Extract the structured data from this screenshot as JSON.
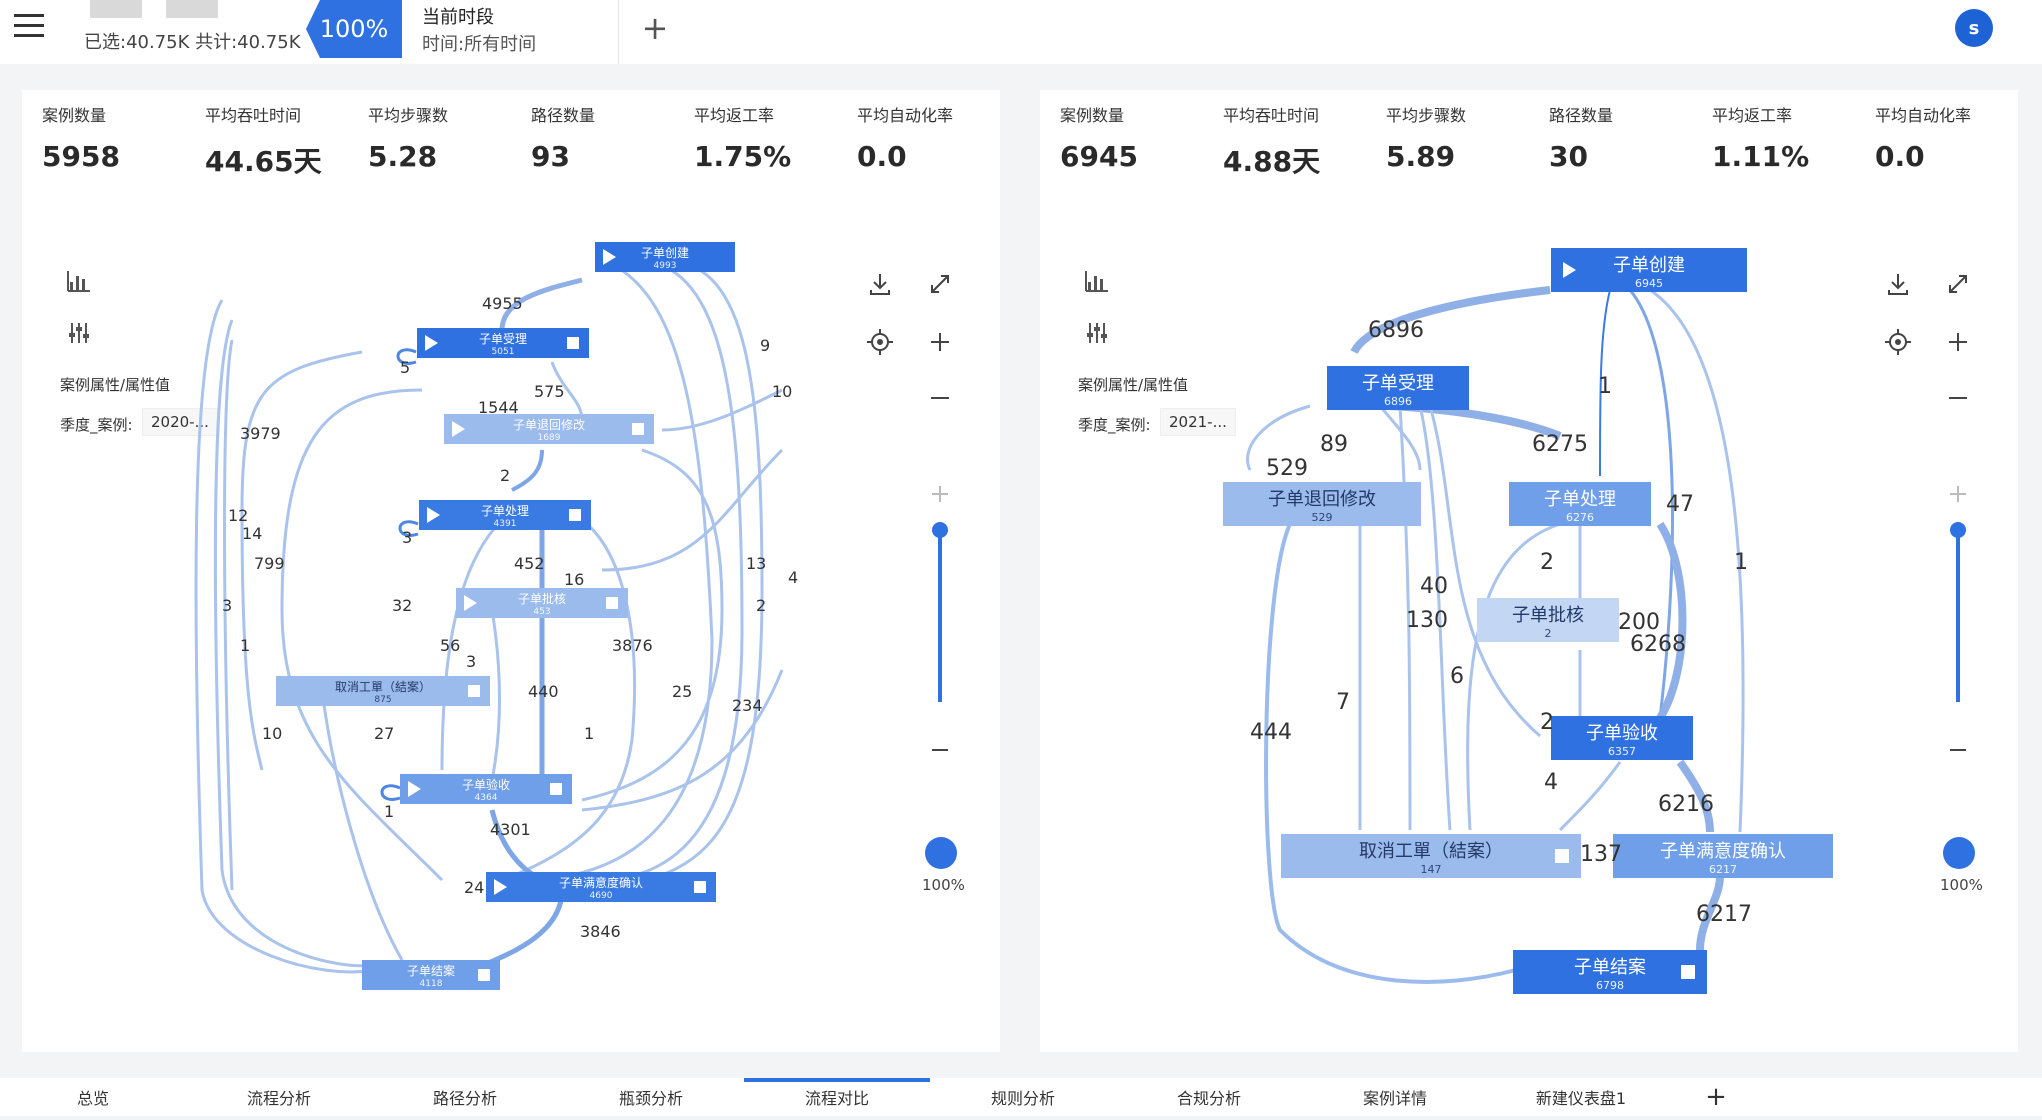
{
  "header": {
    "selection_text": "已选:40.75K 共计:40.75K",
    "percent": "100%",
    "period_title": "当前时段",
    "period_range": "时间:所有时间",
    "add_icon": "plus-icon",
    "user_initial": "s",
    "accent": "#2f71e0"
  },
  "left_panel": {
    "stats": [
      {
        "label": "案例数量",
        "value": "5958"
      },
      {
        "label": "平均吞吐时间",
        "value": "44.65天"
      },
      {
        "label": "平均步骤数",
        "value": "5.28"
      },
      {
        "label": "路径数量",
        "value": "93"
      },
      {
        "label": "平均返工率",
        "value": "1.75%"
      },
      {
        "label": "平均自动化率",
        "value": "0.0"
      }
    ],
    "attr_label": "案例属性/属性值",
    "attr_key": "季度_案例:",
    "attr_value": "2020-...",
    "zoom_percent": "100%",
    "nodes": {
      "create": {
        "name": "子单创建",
        "count": "4993"
      },
      "accept": {
        "name": "子单受理",
        "count": "5051"
      },
      "revise": {
        "name": "子单退回修改",
        "count": "1689"
      },
      "process": {
        "name": "子单处理",
        "count": "4391"
      },
      "approve": {
        "name": "子单批核",
        "count": "453"
      },
      "cancel": {
        "name": "取消工單（結案）",
        "count": "875"
      },
      "verify": {
        "name": "子单验收",
        "count": "4364"
      },
      "satisfy": {
        "name": "子单满意度确认",
        "count": "4690"
      },
      "close": {
        "name": "子单结案",
        "count": "4118"
      }
    },
    "edge_labels": [
      "4955",
      "9",
      "10",
      "5",
      "575",
      "1544",
      "3979",
      "2",
      "12",
      "14",
      "3",
      "799",
      "452",
      "16",
      "13",
      "4",
      "2",
      "32",
      "3",
      "1",
      "56",
      "3",
      "3876",
      "440",
      "25",
      "234",
      "10",
      "27",
      "1",
      "1",
      "4301",
      "24",
      "3846"
    ]
  },
  "right_panel": {
    "stats": [
      {
        "label": "案例数量",
        "value": "6945"
      },
      {
        "label": "平均吞吐时间",
        "value": "4.88天"
      },
      {
        "label": "平均步骤数",
        "value": "5.89"
      },
      {
        "label": "路径数量",
        "value": "30"
      },
      {
        "label": "平均返工率",
        "value": "1.11%"
      },
      {
        "label": "平均自动化率",
        "value": "0.0"
      }
    ],
    "attr_label": "案例属性/属性值",
    "attr_key": "季度_案例:",
    "attr_value": "2021-...",
    "zoom_percent": "100%",
    "nodes": {
      "create": {
        "name": "子单创建",
        "count": "6945"
      },
      "accept": {
        "name": "子单受理",
        "count": "6896"
      },
      "revise": {
        "name": "子单退回修改",
        "count": "529"
      },
      "process": {
        "name": "子单处理",
        "count": "6276"
      },
      "approve": {
        "name": "子单批核",
        "count": "2"
      },
      "verify": {
        "name": "子单验收",
        "count": "6357"
      },
      "cancel": {
        "name": "取消工單（結案）",
        "count": "147"
      },
      "satisfy": {
        "name": "子单满意度确认",
        "count": "6217"
      },
      "close": {
        "name": "子单结案",
        "count": "6798"
      }
    },
    "edge_labels": [
      "6896",
      "1",
      "89",
      "6275",
      "529",
      "47",
      "2",
      "40",
      "1",
      "130",
      "200",
      "6268",
      "6",
      "7",
      "444",
      "2",
      "4",
      "6216",
      "137",
      "6217"
    ]
  },
  "tabs": [
    "总览",
    "流程分析",
    "路径分析",
    "瓶颈分析",
    "流程对比",
    "规则分析",
    "合规分析",
    "案例详情",
    "新建仪表盘1"
  ],
  "active_tab": "流程对比"
}
